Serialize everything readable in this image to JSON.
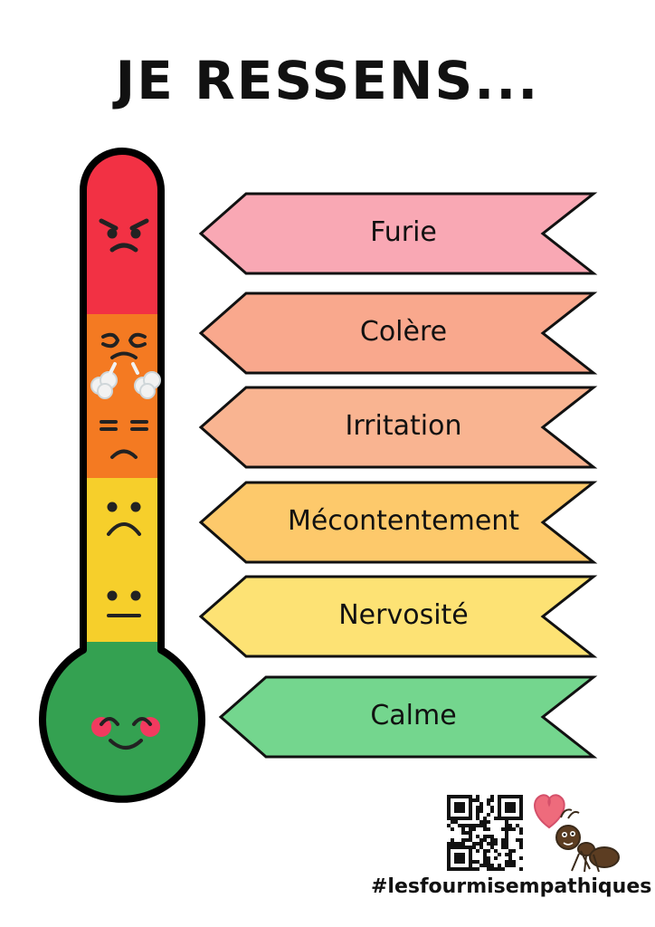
{
  "title": "JE RESSENS...",
  "levels": [
    {
      "label": "Furie",
      "color": "#f9a8b4",
      "band_color": "#f23144"
    },
    {
      "label": "Colère",
      "color": "#f9a88d",
      "band_color": "#f47a22"
    },
    {
      "label": "Irritation",
      "color": "#f9b491",
      "band_color": "#f47a22"
    },
    {
      "label": "Mécontentement",
      "color": "#fdc96b",
      "band_color": "#f6cf2b"
    },
    {
      "label": "Nervosité",
      "color": "#fde274",
      "band_color": "#f6cf2b"
    },
    {
      "label": "Calme",
      "color": "#74d68e",
      "band_color": "#34a151"
    }
  ],
  "icons": [
    "angry-face-icon",
    "steaming-face-icon",
    "annoyed-face-icon",
    "frowning-face-icon",
    "neutral-face-icon",
    "smiling-face-icon",
    "qr-code-icon",
    "heart-icon",
    "ant-icon"
  ],
  "hashtag": "#lesfourmisempathiques"
}
